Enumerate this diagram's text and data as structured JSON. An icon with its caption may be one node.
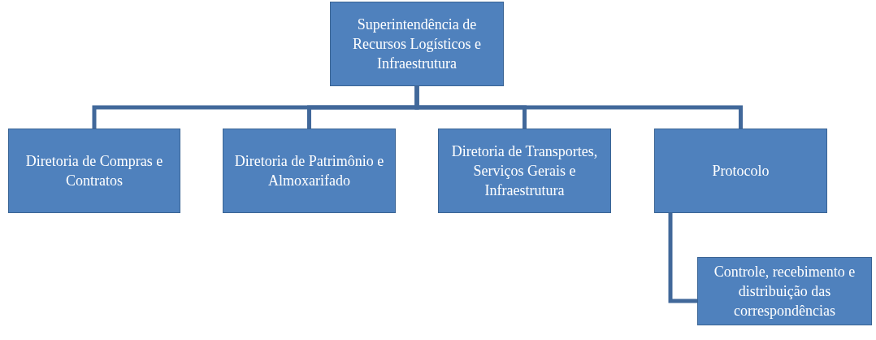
{
  "diagram": {
    "nodes": [
      {
        "text": [
          "Superintendência de Recursos Logísticos e Infraestrutura"
        ]
      },
      {
        "text": [
          "Diretoria de Compras e Contratos"
        ]
      },
      {
        "text": [
          "Diretoria de Patrimônio e Almoxarifado"
        ]
      },
      {
        "text": [
          "Diretoria de Transportes, Serviços Gerais e Infraestrutura"
        ]
      },
      {
        "text": [
          "Protocolo"
        ]
      },
      {
        "text": [
          "Controle, recebimento e distribuição das correspondências"
        ]
      }
    ],
    "edges": [
      {
        "from": 0,
        "to": 1,
        "arrow": "none"
      },
      {
        "from": 0,
        "to": 2,
        "arrow": "none"
      },
      {
        "from": 0,
        "to": 3,
        "arrow": "none"
      },
      {
        "from": 0,
        "to": 4,
        "arrow": "none"
      },
      {
        "from": 4,
        "to": 5,
        "arrow": "none"
      }
    ]
  }
}
